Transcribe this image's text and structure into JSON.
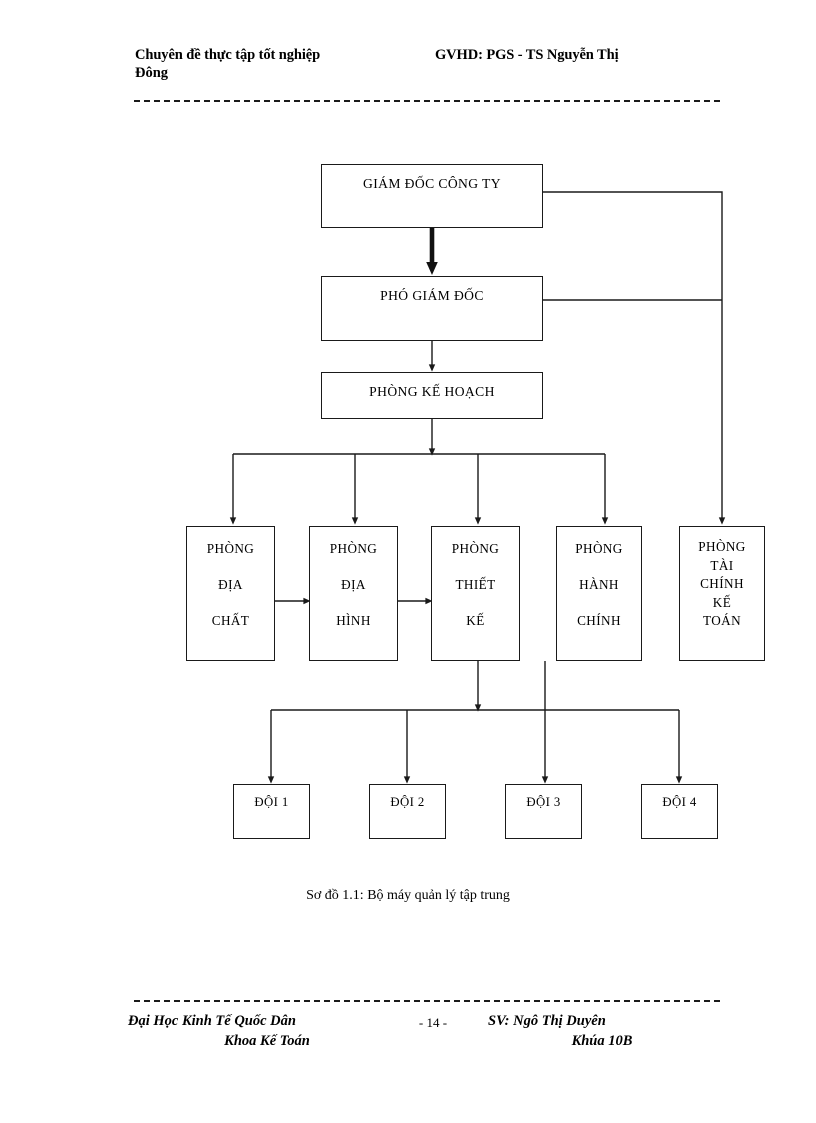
{
  "header": {
    "left_title": "Chuyên đề thực tập tốt nghiệp",
    "right_title": "GVHD: PGS - TS Nguyễn Thị",
    "continuation": "Đông"
  },
  "diagram": {
    "caption": "Sơ đồ 1.1: Bộ máy quản lý tập trung",
    "nodes": {
      "director": "GIÁM ĐỐC CÔNG TY",
      "deputy": "PHÓ GIÁM ĐỐC",
      "planning": "PHÒNG KẾ HOẠCH",
      "geology": [
        "PHÒNG",
        "ĐỊA",
        "CHẤT"
      ],
      "topography": [
        "PHÒNG",
        "ĐỊA",
        "HÌNH"
      ],
      "design": [
        "PHÒNG",
        "THIẾT",
        "KẾ"
      ],
      "admin": [
        "PHÒNG",
        "HÀNH",
        "CHÍNH"
      ],
      "finance": [
        "PHÒNG",
        "TÀI",
        "CHÍNH",
        "KẾ",
        "TOÁN"
      ],
      "teams": [
        "ĐỘI 1",
        "ĐỘI 2",
        "ĐỘI 3",
        "ĐỘI 4"
      ]
    },
    "colors": {
      "line": "#1a1a1a",
      "box_border": "#1a1a1a",
      "background": "#ffffff"
    }
  },
  "footer": {
    "school": "Đại Học Kinh Tế Quốc Dân",
    "faculty": "Khoa Kế Toán",
    "page_number": "- 14 -",
    "student": "SV: Ngô Thị Duyên",
    "course": "Khúa 10B"
  }
}
